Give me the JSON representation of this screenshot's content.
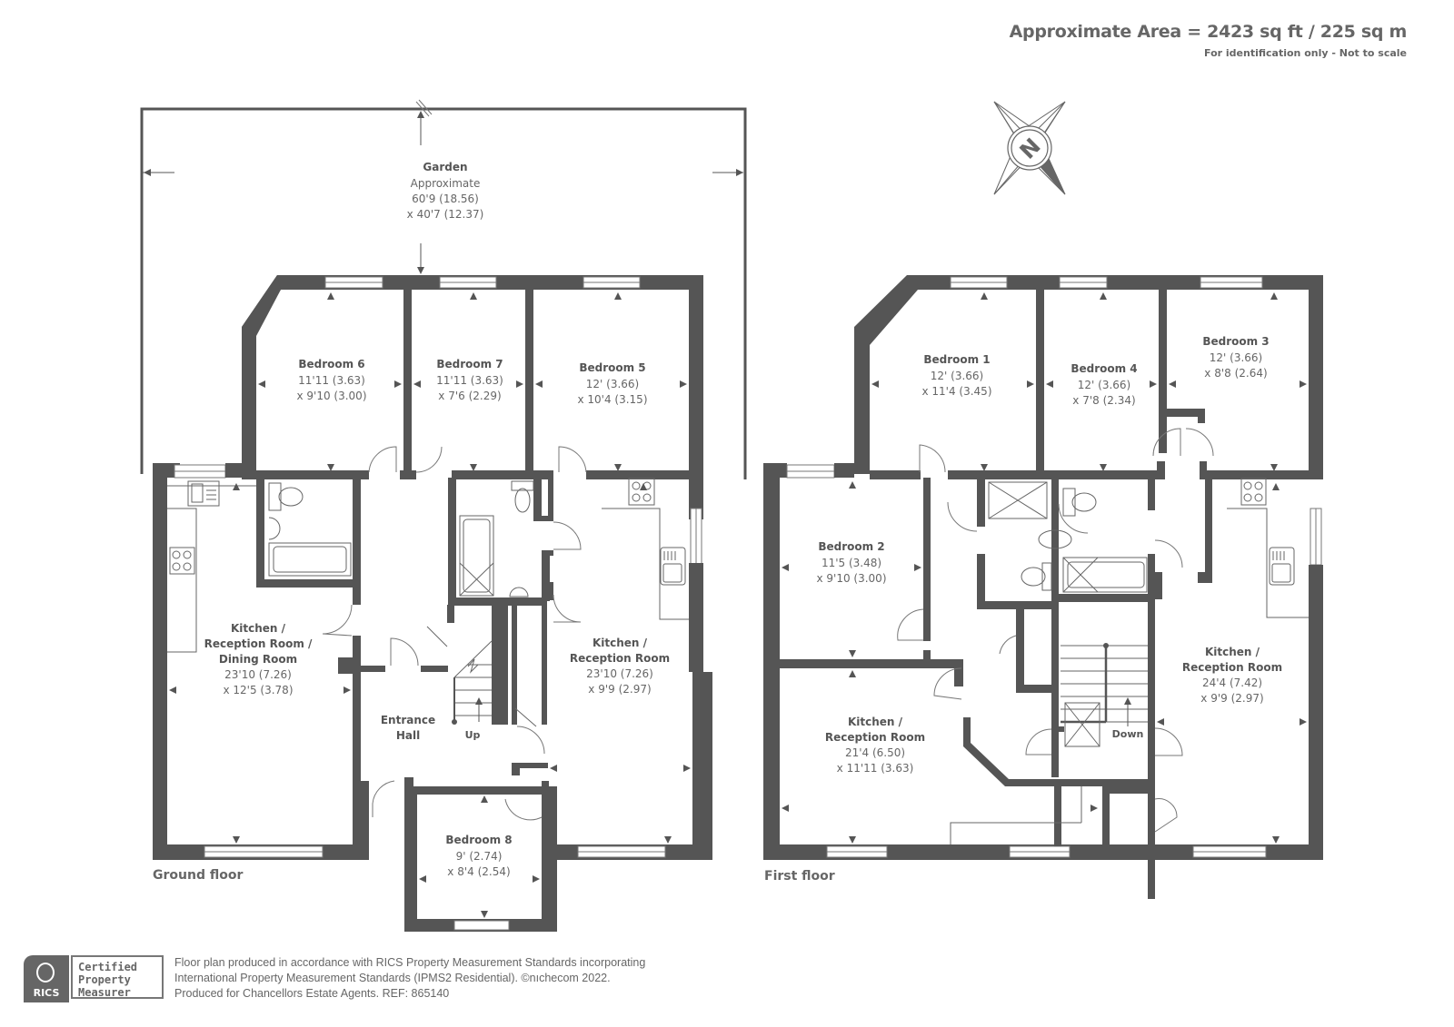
{
  "header": {
    "area_title": "Approximate Area = 2423 sq ft / 225 sq m",
    "subtitle": "For identification only - Not to scale"
  },
  "compass": {
    "label": "N",
    "icon": "compass-rose-icon"
  },
  "garden": {
    "name": "Garden",
    "line1": "Approximate",
    "line2": "60'9 (18.56)",
    "line3": "x 40'7 (12.37)"
  },
  "ground_floor": {
    "label": "Ground floor",
    "rooms": {
      "bedroom6": {
        "name": "Bedroom 6",
        "dim1": "11'11 (3.63)",
        "dim2": "x 9'10 (3.00)"
      },
      "bedroom7": {
        "name": "Bedroom 7",
        "dim1": "11'11 (3.63)",
        "dim2": "x 7'6 (2.29)"
      },
      "bedroom5": {
        "name": "Bedroom 5",
        "dim1": "12' (3.66)",
        "dim2": "x 10'4 (3.15)"
      },
      "kitchen_dining": {
        "name1": "Kitchen /",
        "name2": "Reception Room /",
        "name3": "Dining Room",
        "dim1": "23'10 (7.26)",
        "dim2": "x 12'5 (3.78)"
      },
      "kitchen_reception": {
        "name1": "Kitchen /",
        "name2": "Reception Room",
        "dim1": "23'10 (7.26)",
        "dim2": "x 9'9 (2.97)"
      },
      "entrance_hall": {
        "name1": "Entrance",
        "name2": "Hall"
      },
      "bedroom8": {
        "name": "Bedroom 8",
        "dim1": "9' (2.74)",
        "dim2": "x 8'4 (2.54)"
      }
    },
    "stairs_label": "Up"
  },
  "first_floor": {
    "label": "First floor",
    "rooms": {
      "bedroom1": {
        "name": "Bedroom 1",
        "dim1": "12' (3.66)",
        "dim2": "x 11'4 (3.45)"
      },
      "bedroom4": {
        "name": "Bedroom 4",
        "dim1": "12' (3.66)",
        "dim2": "x 7'8 (2.34)"
      },
      "bedroom3": {
        "name": "Bedroom 3",
        "dim1": "12' (3.66)",
        "dim2": "x 8'8 (2.64)"
      },
      "bedroom2": {
        "name": "Bedroom 2",
        "dim1": "11'5 (3.48)",
        "dim2": "x 9'10 (3.00)"
      },
      "kitchen_reception_left": {
        "name1": "Kitchen /",
        "name2": "Reception Room",
        "dim1": "21'4 (6.50)",
        "dim2": "x 11'11 (3.63)"
      },
      "kitchen_reception_right": {
        "name1": "Kitchen /",
        "name2": "Reception Room",
        "dim1": "24'4 (7.42)",
        "dim2": "x 9'9 (2.97)"
      }
    },
    "stairs_label": "Down"
  },
  "footer": {
    "badge_text": "RICS",
    "cert_line1": "Certified",
    "cert_line2": "Property",
    "cert_line3": "Measurer",
    "line1": "Floor plan produced in accordance with RICS Property Measurement Standards incorporating",
    "line2": "International Property Measurement Standards (IPMS2 Residential).   ©nıchecom 2022.",
    "line3": "Produced for Chancellors Estate Agents.   REF: 865140"
  },
  "colors": {
    "wall": "#555555",
    "text": "#666666",
    "background": "#ffffff"
  }
}
